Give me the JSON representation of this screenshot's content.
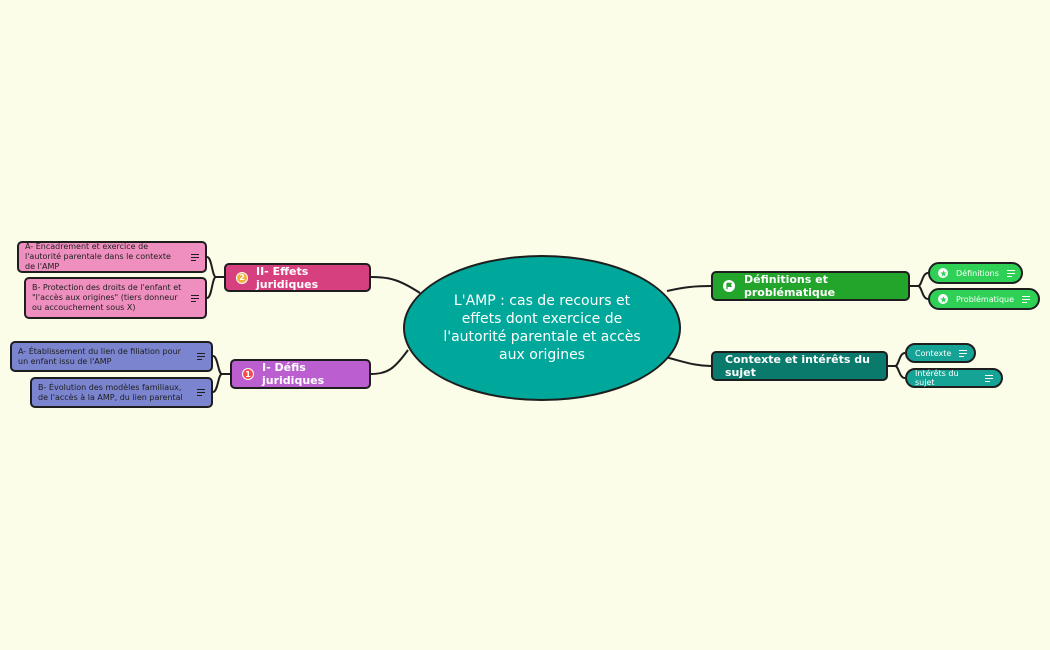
{
  "central": {
    "label": "L'AMP : cas de recours et effets dont exercice de l'autorité parentale et accès aux origines",
    "color": "#00a89b"
  },
  "left_branches": [
    {
      "badge": "2",
      "label": "II- Effets juridiques",
      "color": "#d6407e",
      "badge_color": "#f2b13a",
      "leaf_color": "#ef8fbf",
      "children": [
        {
          "label": "A- Encadrement et exercice de l'autorité parentale dans le contexte de l'AMP",
          "has_notes": true
        },
        {
          "label": "B- Protection des droits de l'enfant et \"l'accès aux origines\" (tiers donneur ou accouchement sous X)",
          "has_notes": true
        }
      ]
    },
    {
      "badge": "1",
      "label": "I- Défis juridiques",
      "color": "#bb5fd0",
      "badge_color": "#f05050",
      "leaf_color": "#7a84cf",
      "children": [
        {
          "label": "A- Établissement du lien de filiation pour un enfant issu de l'AMP",
          "has_notes": true
        },
        {
          "label": "B- Évolution des modèles familiaux, de l'accès à la AMP, du lien parental",
          "has_notes": true
        }
      ]
    }
  ],
  "right_branches": [
    {
      "label": "Définitions et problématique",
      "color": "#22a52a",
      "icon": "flag-icon",
      "sub_color": "#2ed156",
      "children": [
        {
          "label": "Définitions",
          "icon": "star-icon",
          "has_notes": true
        },
        {
          "label": "Problématique",
          "icon": "star-icon",
          "has_notes": true
        }
      ]
    },
    {
      "label": "Contexte et intérêts du sujet",
      "color": "#0a7a6c",
      "icon": "",
      "sub_color": "#14a394",
      "children": [
        {
          "label": "Contexte",
          "icon": "",
          "has_notes": true
        },
        {
          "label": "Intérêts du sujet",
          "icon": "",
          "has_notes": true
        }
      ]
    }
  ]
}
